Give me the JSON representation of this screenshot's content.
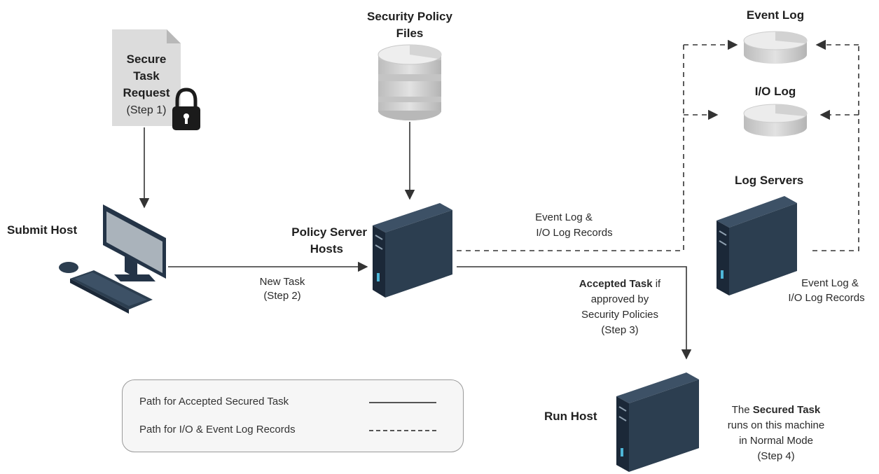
{
  "request": {
    "line1": "Secure",
    "line2": "Task",
    "line3": "Request",
    "step": "(Step 1)"
  },
  "policy_files": {
    "line1": "Security Policy",
    "line2": "Files"
  },
  "event_log": {
    "title": "Event Log"
  },
  "io_log": {
    "title": "I/O Log"
  },
  "log_servers": {
    "title": "Log Servers"
  },
  "submit_host": {
    "title": "Submit Host"
  },
  "policy_server": {
    "line1": "Policy Server",
    "line2": "Hosts"
  },
  "run_host": {
    "title": "Run Host"
  },
  "edges": {
    "new_task": {
      "line1": "New Task",
      "line2": "(Step 2)"
    },
    "records_top": {
      "line1": "Event Log &",
      "line2": "I/O Log Records"
    },
    "records_right": {
      "line1": "Event Log &",
      "line2": "I/O Log Records"
    },
    "accepted": {
      "bold": "Accepted Task",
      "rest": " if",
      "line2": "approved by",
      "line3": "Security Policies",
      "line4": "(Step 3)"
    }
  },
  "run_note": {
    "pre": "The ",
    "bold": "Secured Task",
    "line2": "runs on this machine",
    "line3": "in Normal Mode",
    "line4": "(Step 4)"
  },
  "legend": {
    "solid_label": "Path for Accepted Secured Task",
    "dashed_label": "Path for I/O & Event Log Records"
  },
  "colors": {
    "server_front": "#2c3e50",
    "server_side": "#1b2838",
    "server_top": "#3d5166",
    "line": "#333333",
    "disk": "#d4d4d4"
  },
  "icons": [
    "document-icon",
    "lock-icon",
    "database-icon",
    "disk-icon",
    "server-icon",
    "monitor-icon",
    "keyboard-icon",
    "mouse-icon"
  ]
}
